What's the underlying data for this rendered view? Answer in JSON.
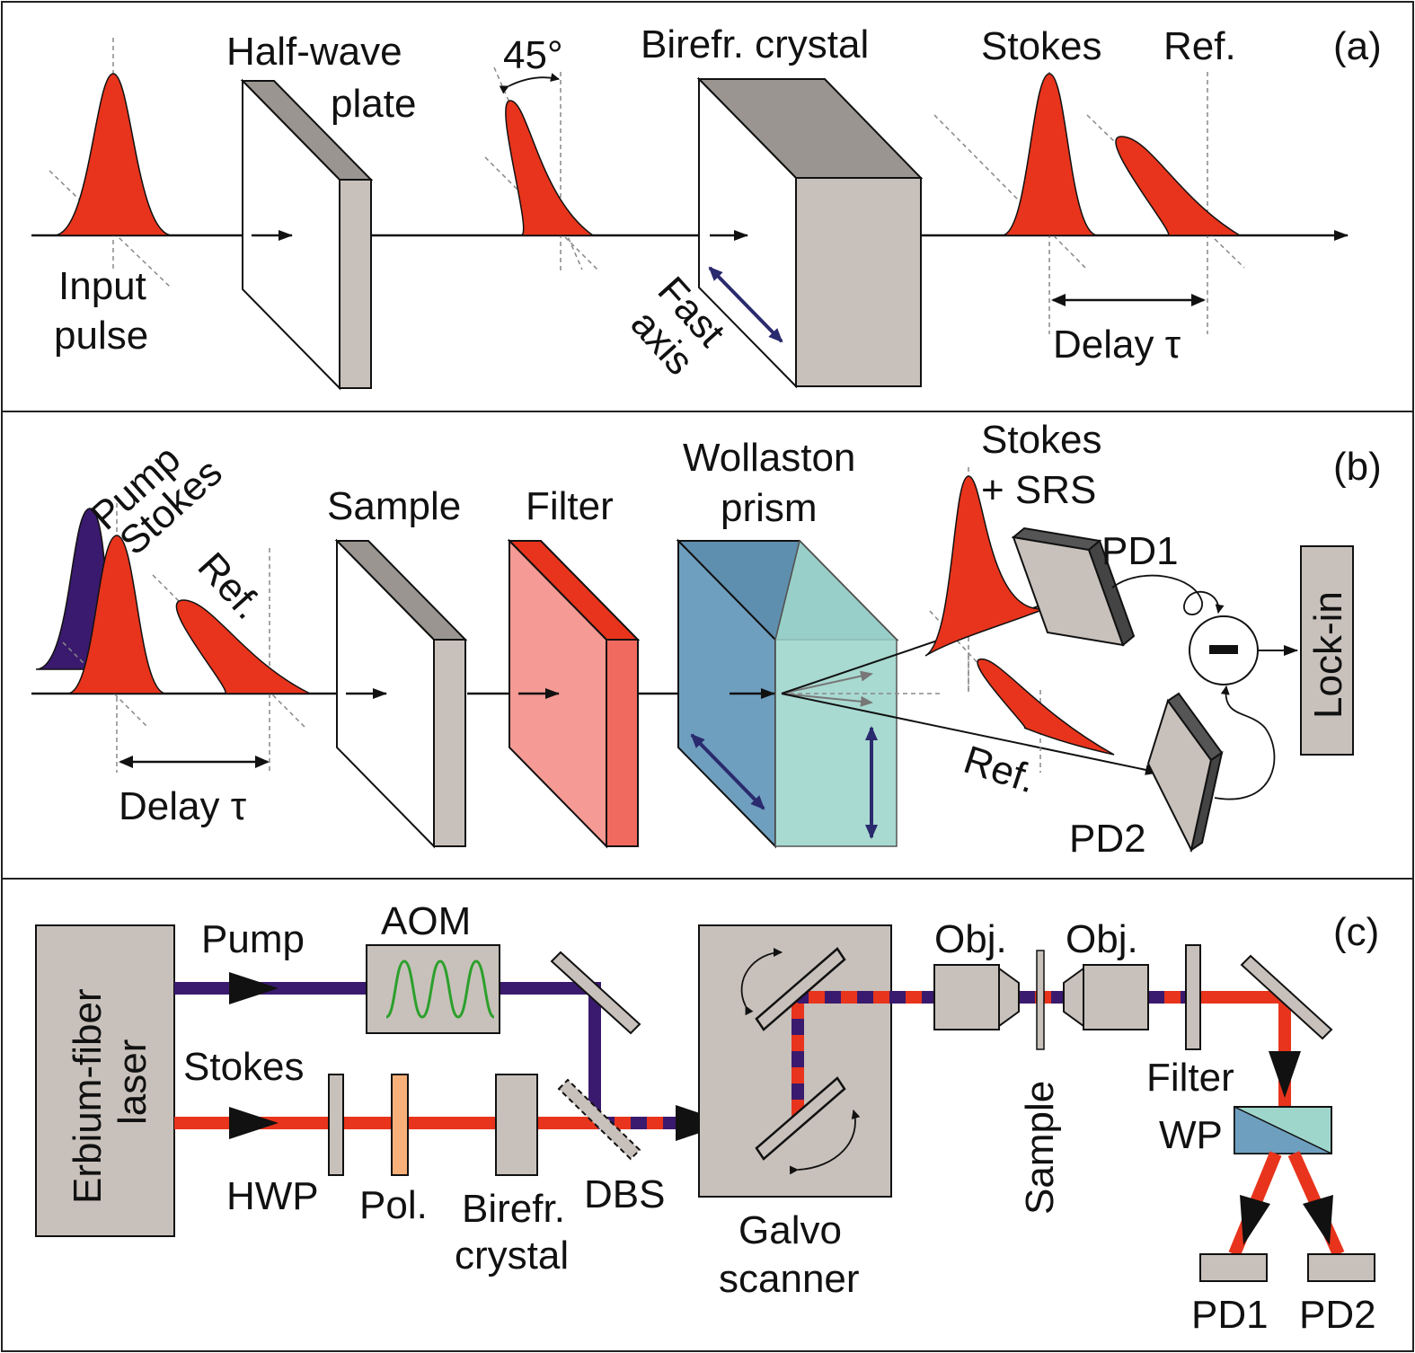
{
  "colors": {
    "pulse_red": "#e8341c",
    "pump_purple": "#3a1a6e",
    "stokes_red": "#e8341c",
    "optic_gray": "#c8c1bb",
    "optic_dark": "#9a9590",
    "filter_pink": "#f59a94",
    "filter_red": "#e8341c",
    "wollaston_blue": "#6f9fbf",
    "wollaston_teal": "#9fd6cc",
    "axis_navy": "#2a2a6e",
    "pol_orange": "#f7b07a",
    "aom_wave": "#2ca02c"
  },
  "panel_a": {
    "tag": "(a)",
    "input_pulse": [
      "Input",
      "pulse"
    ],
    "half_wave_plate": [
      "Half-wave",
      "plate"
    ],
    "angle": "45°",
    "birefringent_crystal": "Birefr. crystal",
    "fast_axis": [
      "Fast",
      "axis"
    ],
    "stokes": "Stokes",
    "ref": "Ref.",
    "delay": "Delay τ"
  },
  "panel_b": {
    "tag": "(b)",
    "pump": "Pump",
    "stokes": "Stokes",
    "ref": "Ref.",
    "delay": "Delay τ",
    "sample": "Sample",
    "filter": "Filter",
    "wollaston": [
      "Wollaston",
      "prism"
    ],
    "stokes_srs": [
      "Stokes",
      "+ SRS"
    ],
    "pd1": "PD1",
    "pd2": "PD2",
    "ref_out": "Ref.",
    "lockin": "Lock-in",
    "minus": "−"
  },
  "panel_c": {
    "tag": "(c)",
    "laser": [
      "Erbium-fiber",
      "laser"
    ],
    "pump": "Pump",
    "stokes": "Stokes",
    "aom": "AOM",
    "hwp": "HWP",
    "pol": "Pol.",
    "birefr": [
      "Birefr.",
      "crystal"
    ],
    "dbs": "DBS",
    "galvo": [
      "Galvo",
      "scanner"
    ],
    "obj1": "Obj.",
    "obj2": "Obj.",
    "sample": "Sample",
    "filter": "Filter",
    "wp": "WP",
    "pd1": "PD1",
    "pd2": "PD2"
  }
}
